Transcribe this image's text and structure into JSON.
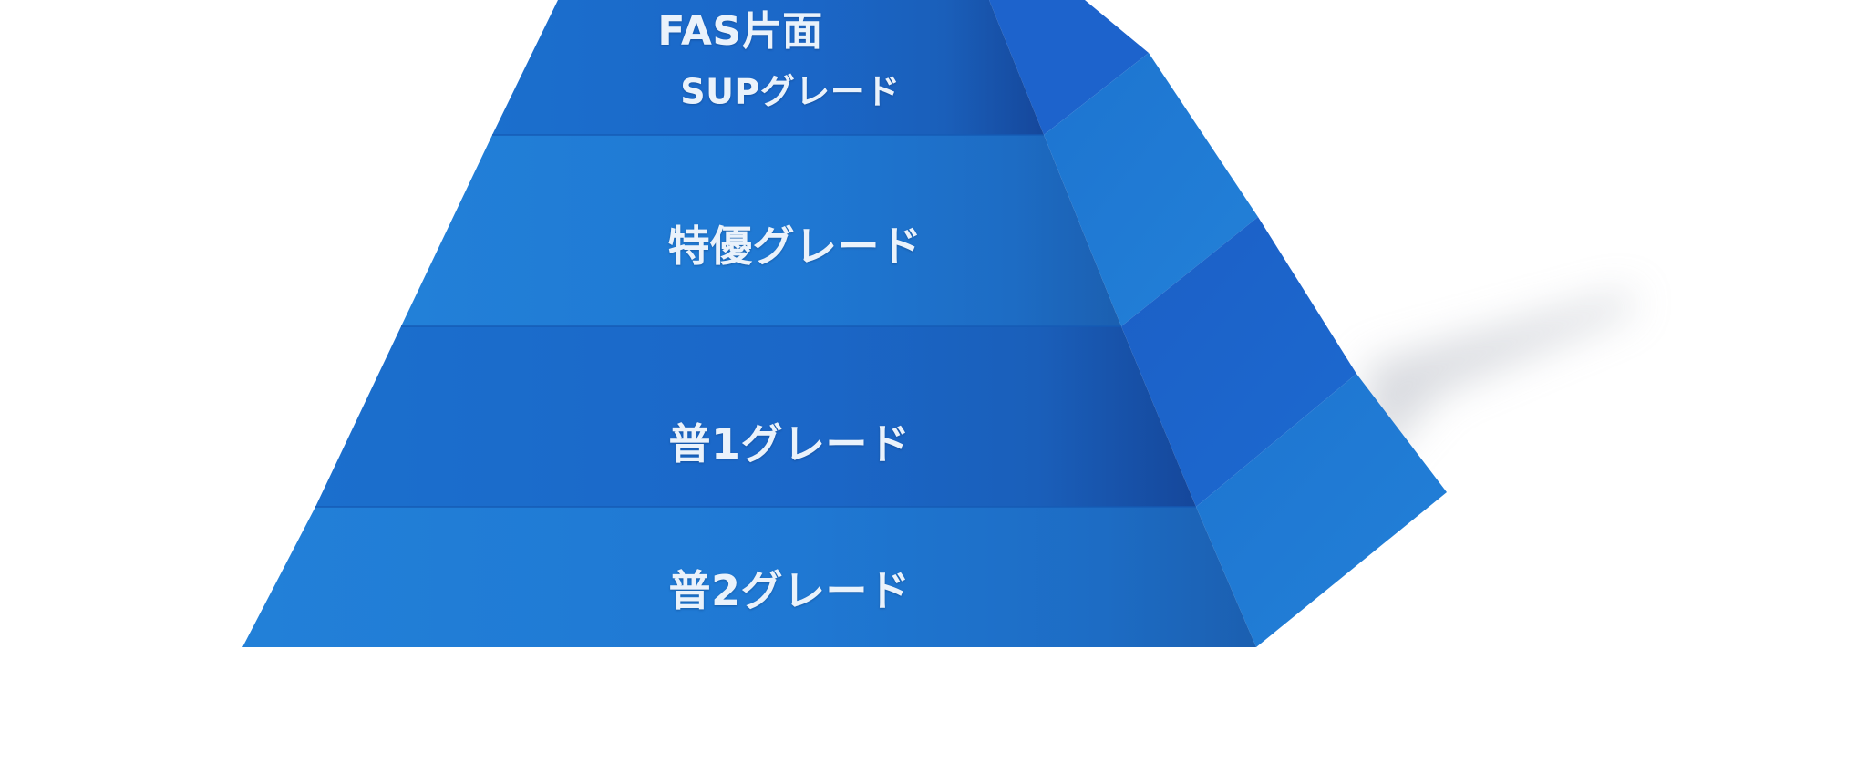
{
  "pyramid": {
    "levels": [
      {
        "label": "FAS片面"
      },
      {
        "label": "SUPグレード"
      },
      {
        "label": "特優グレード"
      },
      {
        "label": "普1グレード"
      },
      {
        "label": "普2グレード"
      }
    ]
  },
  "colors": {
    "front_face": "#1c72d0",
    "front_face_dark": "#1553a8",
    "side_face": "#1f7bd6",
    "side_face_dark": "#1a57bf",
    "label_text": "#eaf2fb",
    "background": "#ffffff"
  }
}
